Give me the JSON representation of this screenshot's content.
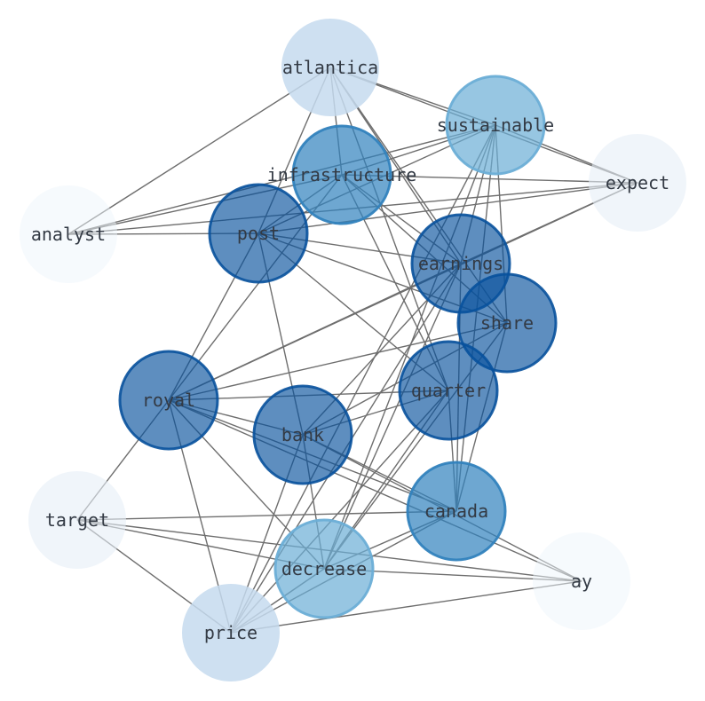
{
  "graph": {
    "nodes": [
      {
        "id": "atlantica",
        "label": "atlantica",
        "color": "#c6dbef",
        "opacity": 0.85,
        "ring": false
      },
      {
        "id": "sustainable",
        "label": "sustainable",
        "color": "#6baed6",
        "opacity": 0.7,
        "ring": true
      },
      {
        "id": "expect",
        "label": "expect",
        "color": "#e6eef7",
        "opacity": 0.6,
        "ring": false
      },
      {
        "id": "infrastructure",
        "label": "infrastructure",
        "color": "#3182bd",
        "opacity": 0.7,
        "ring": true
      },
      {
        "id": "analyst",
        "label": "analyst",
        "color": "#eef5fc",
        "opacity": 0.5,
        "ring": false
      },
      {
        "id": "post",
        "label": "post",
        "color": "#08519c",
        "opacity": 0.65,
        "ring": true
      },
      {
        "id": "earnings",
        "label": "earnings",
        "color": "#08519c",
        "opacity": 0.65,
        "ring": true
      },
      {
        "id": "share",
        "label": "share",
        "color": "#08519c",
        "opacity": 0.65,
        "ring": true
      },
      {
        "id": "quarter",
        "label": "quarter",
        "color": "#08519c",
        "opacity": 0.65,
        "ring": true
      },
      {
        "id": "royal",
        "label": "royal",
        "color": "#08519c",
        "opacity": 0.65,
        "ring": true
      },
      {
        "id": "bank",
        "label": "bank",
        "color": "#08519c",
        "opacity": 0.65,
        "ring": true
      },
      {
        "id": "canada",
        "label": "canada",
        "color": "#3182bd",
        "opacity": 0.7,
        "ring": true
      },
      {
        "id": "target",
        "label": "target",
        "color": "#e6eef7",
        "opacity": 0.6,
        "ring": false
      },
      {
        "id": "decrease",
        "label": "decrease",
        "color": "#6baed6",
        "opacity": 0.7,
        "ring": true
      },
      {
        "id": "ay",
        "label": "ay",
        "color": "#eef5fc",
        "opacity": 0.5,
        "ring": false
      },
      {
        "id": "price",
        "label": "price",
        "color": "#c6dbef",
        "opacity": 0.85,
        "ring": false
      }
    ],
    "edges": [
      [
        "atlantica",
        "analyst"
      ],
      [
        "atlantica",
        "post"
      ],
      [
        "atlantica",
        "expect"
      ],
      [
        "atlantica",
        "sustainable"
      ],
      [
        "atlantica",
        "earnings"
      ],
      [
        "atlantica",
        "share"
      ],
      [
        "atlantica",
        "quarter"
      ],
      [
        "atlantica",
        "infrastructure"
      ],
      [
        "sustainable",
        "analyst"
      ],
      [
        "sustainable",
        "expect"
      ],
      [
        "sustainable",
        "post"
      ],
      [
        "sustainable",
        "earnings"
      ],
      [
        "sustainable",
        "share"
      ],
      [
        "sustainable",
        "canada"
      ],
      [
        "sustainable",
        "decrease"
      ],
      [
        "sustainable",
        "price"
      ],
      [
        "sustainable",
        "infrastructure"
      ],
      [
        "infrastructure",
        "analyst"
      ],
      [
        "infrastructure",
        "expect"
      ],
      [
        "infrastructure",
        "post"
      ],
      [
        "infrastructure",
        "earnings"
      ],
      [
        "infrastructure",
        "share"
      ],
      [
        "infrastructure",
        "quarter"
      ],
      [
        "infrastructure",
        "royal"
      ],
      [
        "expect",
        "analyst"
      ],
      [
        "expect",
        "post"
      ],
      [
        "expect",
        "earnings"
      ],
      [
        "expect",
        "royal"
      ],
      [
        "analyst",
        "post"
      ],
      [
        "post",
        "earnings"
      ],
      [
        "post",
        "share"
      ],
      [
        "post",
        "quarter"
      ],
      [
        "post",
        "royal"
      ],
      [
        "post",
        "bank"
      ],
      [
        "earnings",
        "royal"
      ],
      [
        "earnings",
        "bank"
      ],
      [
        "earnings",
        "canada"
      ],
      [
        "earnings",
        "decrease"
      ],
      [
        "earnings",
        "price"
      ],
      [
        "share",
        "royal"
      ],
      [
        "share",
        "bank"
      ],
      [
        "share",
        "canada"
      ],
      [
        "share",
        "decrease"
      ],
      [
        "quarter",
        "royal"
      ],
      [
        "quarter",
        "bank"
      ],
      [
        "quarter",
        "decrease"
      ],
      [
        "quarter",
        "canada"
      ],
      [
        "quarter",
        "price"
      ],
      [
        "royal",
        "bank"
      ],
      [
        "royal",
        "target"
      ],
      [
        "royal",
        "canada"
      ],
      [
        "royal",
        "decrease"
      ],
      [
        "royal",
        "price"
      ],
      [
        "royal",
        "ay"
      ],
      [
        "bank",
        "decrease"
      ],
      [
        "bank",
        "price"
      ],
      [
        "bank",
        "ay"
      ],
      [
        "bank",
        "canada"
      ],
      [
        "canada",
        "target"
      ],
      [
        "canada",
        "decrease"
      ],
      [
        "canada",
        "price"
      ],
      [
        "target",
        "decrease"
      ],
      [
        "target",
        "ay"
      ],
      [
        "target",
        "price"
      ],
      [
        "decrease",
        "ay"
      ],
      [
        "decrease",
        "price"
      ],
      [
        "price",
        "ay"
      ]
    ]
  }
}
